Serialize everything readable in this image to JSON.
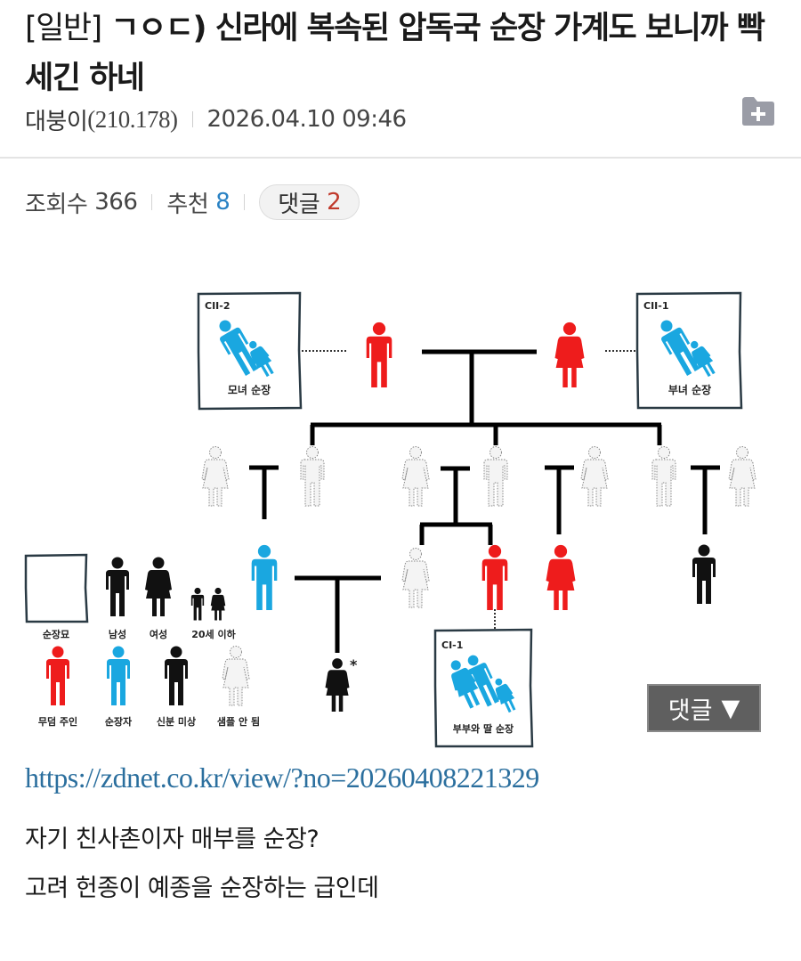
{
  "post": {
    "category": "[일반]",
    "title": "ㄱㅇㄷ) 신라에 복속된 압독국 순장 가계도 보니까 빡세긴 하네",
    "author": "대붕이",
    "ip": "(210.178)",
    "datetime": "2026.04.10 09:46",
    "folder_icon": "folder-plus-icon"
  },
  "stats": {
    "views_label": "조회수",
    "views": "366",
    "recommend_label": "추천",
    "recommend": "8",
    "comments_label": "댓글",
    "comments": "2",
    "recommend_color": "#2a82c4",
    "comment_count_color": "#c0392b"
  },
  "diagram": {
    "boxes": {
      "cii2": {
        "code": "CII-2",
        "caption": "모녀 순장"
      },
      "cii1": {
        "code": "CII-1",
        "caption": "부녀 순장"
      },
      "ci1": {
        "code": "CI-1",
        "caption": "부부와 딸 순장"
      }
    },
    "legend": {
      "tomb": "순장묘",
      "male": "남성",
      "female": "여성",
      "under20": "20세 이하",
      "tomb_owner": "무덤 주인",
      "sacrificed": "순장자",
      "unidentified": "신분 미상",
      "no_sample": "샘플 안 됨"
    },
    "asterisk": "*",
    "colors": {
      "tomb_owner": "#ee1c1c",
      "sacrificed": "#1aa7e0",
      "unidentified": "#111111",
      "no_sample": "#f4f4f4"
    }
  },
  "floating_comment": {
    "label": "댓글",
    "arrow": "▼"
  },
  "content": {
    "link": "https://zdnet.co.kr/view/?no=20260408221329",
    "lines": [
      "자기 친사촌이자 매부를 순장?",
      "고려 헌종이 예종을 순장하는 급인데"
    ]
  }
}
